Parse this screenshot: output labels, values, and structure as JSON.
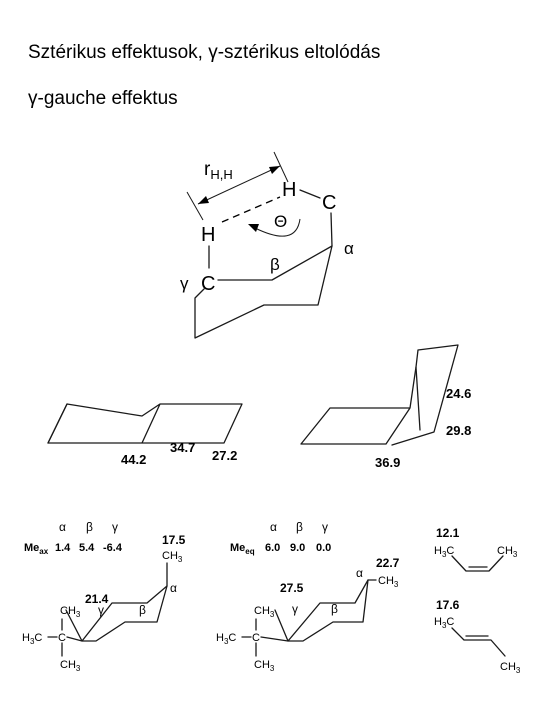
{
  "title_line1": "Sztérikus effektusok, γ-sztérikus eltolódás",
  "title_line2": "γ-gauche effektus",
  "top_diagram": {
    "r_label": "r",
    "r_sub": "H,H",
    "atom_H_top": "H",
    "atom_C_right": "C",
    "atom_H_left": "H",
    "atom_C_left": "C",
    "theta": "Θ",
    "alpha": "α",
    "beta": "β",
    "gamma": "γ"
  },
  "decalins": {
    "trans_values": [
      "44.2",
      "34.7",
      "27.2"
    ],
    "cis_values": [
      "24.6",
      "29.8",
      "36.9"
    ]
  },
  "me_ax": {
    "header_alpha": "α",
    "header_beta": "β",
    "header_gamma": "γ",
    "label_main": "Me",
    "label_sub": "ax",
    "v_alpha": "1.4",
    "v_beta": "5.4",
    "v_gamma": "-6.4",
    "top_value": "17.5",
    "ring_value": "21.4",
    "ring_alpha": "α",
    "ring_beta": "β",
    "ring_gamma": "γ"
  },
  "me_eq": {
    "header_alpha": "α",
    "header_beta": "β",
    "header_gamma": "γ",
    "label_main": "Me",
    "label_sub": "eq",
    "v_alpha": "6.0",
    "v_beta": "9.0",
    "v_gamma": "0.0",
    "top_value": "22.7",
    "ring_value": "27.5",
    "ring_alpha": "α",
    "ring_beta": "β",
    "ring_gamma": "γ"
  },
  "groups": {
    "ch3": "CH",
    "h3c": "H",
    "c": "C",
    "c_suffix": "C",
    "sub3": "3"
  },
  "butenes": {
    "cis_value": "12.1",
    "trans_value": "17.6"
  }
}
